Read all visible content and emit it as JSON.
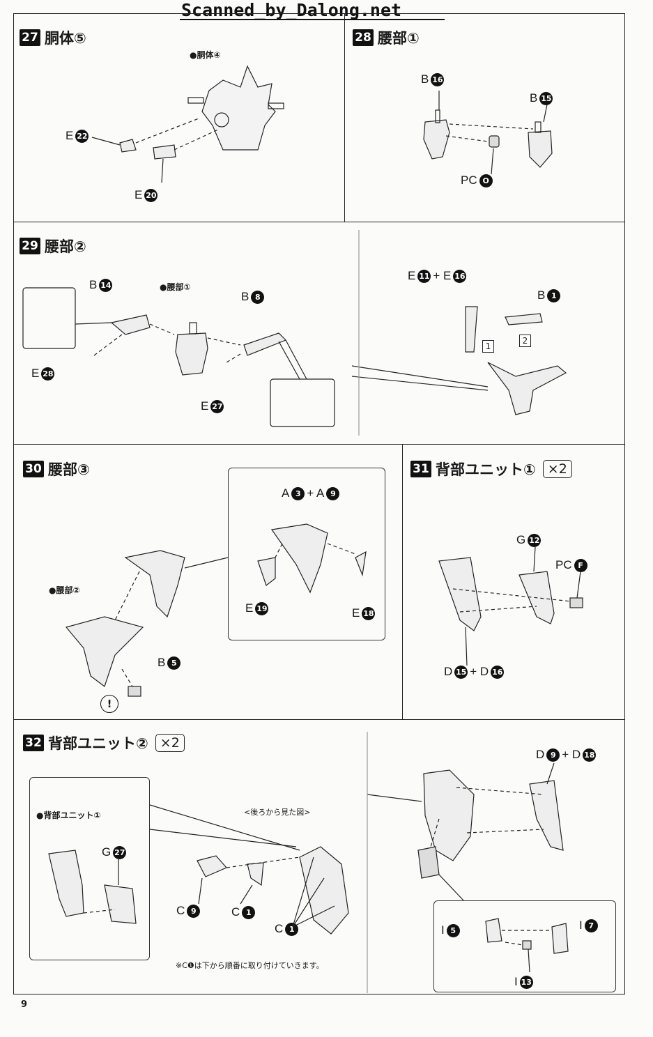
{
  "watermark": "Scanned_by_Dalong.net",
  "page_number": "9",
  "steps": {
    "s27": {
      "num": "27",
      "title": "胴体⑤",
      "ref": "●胴体④",
      "parts": [
        {
          "l": "E",
          "n": "22"
        },
        {
          "l": "E",
          "n": "20"
        }
      ]
    },
    "s28": {
      "num": "28",
      "title": "腰部①",
      "parts": [
        {
          "l": "B",
          "n": "16"
        },
        {
          "l": "B",
          "n": "15"
        },
        {
          "l": "PC",
          "n": "O"
        }
      ]
    },
    "s29": {
      "num": "29",
      "title": "腰部②",
      "ref": "●腰部①",
      "parts": [
        {
          "l": "B",
          "n": "14"
        },
        {
          "l": "B",
          "n": "8"
        },
        {
          "l": "E",
          "n": "28"
        },
        {
          "l": "E",
          "n": "27"
        }
      ],
      "right_parts": {
        "e11": "11",
        "e16": "16",
        "b1": "1",
        "order1": "1",
        "order2": "2"
      }
    },
    "s30": {
      "num": "30",
      "title": "腰部③",
      "ref": "●腰部②",
      "parts": [
        {
          "l": "B",
          "n": "5"
        },
        {
          "l": "A",
          "n": "3"
        },
        {
          "l": "A",
          "n": "9"
        },
        {
          "l": "E",
          "n": "19"
        },
        {
          "l": "E",
          "n": "18"
        }
      ],
      "caution": "!"
    },
    "s31": {
      "num": "31",
      "title": "背部ユニット①",
      "times": "×2",
      "parts": [
        {
          "l": "G",
          "n": "12"
        },
        {
          "l": "PC",
          "n": "F"
        },
        {
          "l": "D",
          "n": "15"
        },
        {
          "l": "D",
          "n": "16"
        }
      ]
    },
    "s32": {
      "num": "32",
      "title": "背部ユニット②",
      "times": "×2",
      "ref": "●背部ユニット①",
      "view_note": "<後ろから見た図>",
      "footnote": "※C❶は下から順番に取り付けていきます。",
      "parts": [
        {
          "l": "G",
          "n": "27"
        },
        {
          "l": "C",
          "n": "9"
        },
        {
          "l": "C",
          "n": "1"
        },
        {
          "l": "C",
          "n": "1"
        },
        {
          "l": "D",
          "n": "9"
        },
        {
          "l": "D",
          "n": "18"
        },
        {
          "l": "I",
          "n": "5"
        },
        {
          "l": "I",
          "n": "7"
        },
        {
          "l": "I",
          "n": "13"
        }
      ]
    }
  }
}
